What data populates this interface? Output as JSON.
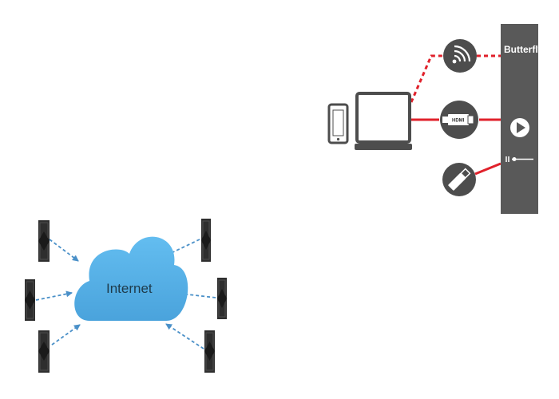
{
  "cloud": {
    "label": "Internet"
  },
  "device": {
    "label": "Butterfly"
  },
  "hdmi_icon": {
    "label": "HDMI"
  },
  "icons": {
    "phone": "phone-icon",
    "laptop": "laptop-icon",
    "wifi": "wifi-icon",
    "hdmi": "hdmi-icon",
    "usb": "usb-icon",
    "play": "play-icon",
    "speaker": "speaker-icon",
    "cloud": "cloud-icon"
  },
  "colors": {
    "link_red": "#e0212b",
    "device_gray": "#595959",
    "icon_gray": "#4d4d4d",
    "cloud_blue": "#5db4e8",
    "arrow_blue": "#4a90c8",
    "speaker_dark": "#2e2e2e"
  }
}
